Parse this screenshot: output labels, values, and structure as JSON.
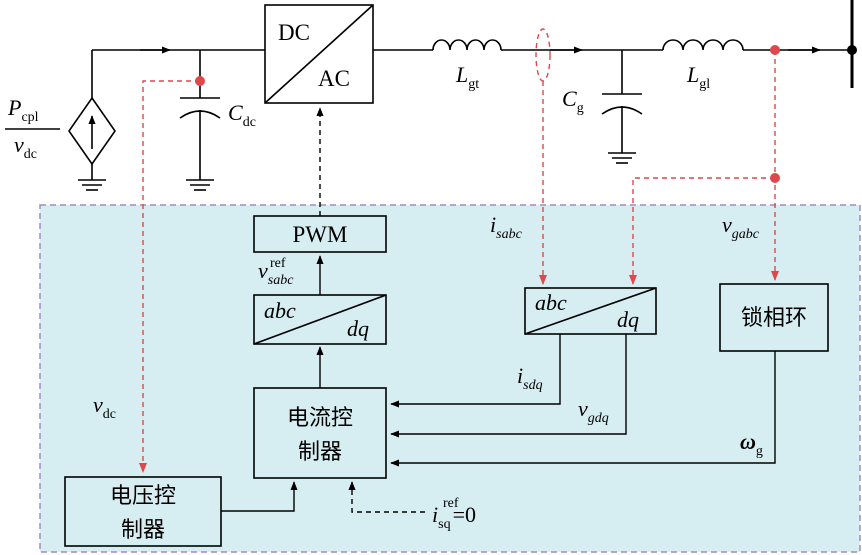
{
  "blocks": {
    "converter": {
      "top": "DC",
      "bottom": "AC"
    },
    "pwm": "PWM",
    "transform_ctrl": {
      "left": "abc",
      "right": "dq"
    },
    "transform_meas": {
      "left": "abc",
      "right": "dq"
    },
    "pll": "锁相环",
    "current_controller": {
      "line1": "电流控",
      "line2": "制器"
    },
    "voltage_controller": {
      "line1": "电压控",
      "line2": "制器"
    }
  },
  "labels": {
    "source_num": {
      "main": "P",
      "sub": "cpl"
    },
    "source_den": {
      "main": "v",
      "sub": "dc"
    },
    "cap_dc": {
      "main": "C",
      "sub": "dc"
    },
    "inductor_gt": {
      "main": "L",
      "sub": "gt"
    },
    "cap_g": {
      "main": "C",
      "sub": "g"
    },
    "inductor_gl": {
      "main": "L",
      "sub": "gl"
    },
    "v_ref": {
      "main": "v",
      "sub": "sabc",
      "sup": "ref"
    },
    "i_sabc": {
      "main": "i",
      "sub": "sabc"
    },
    "v_gabc": {
      "main": "v",
      "sub": "gabc"
    },
    "v_dc": {
      "main": "v",
      "sub": "dc"
    },
    "i_sdq": {
      "main": "i",
      "sub": "sdq"
    },
    "v_gdq": {
      "main": "v",
      "sub": "gdq"
    },
    "omega_g": {
      "main": "ω",
      "sub": "g"
    },
    "i_sq_ref": {
      "main": "i",
      "sub": "sq",
      "sup": "ref",
      "tail": "=0"
    }
  },
  "colors": {
    "panel_fill": "#d6eef2",
    "panel_border": "#a28bc4",
    "signal_red": "#e0474c",
    "line": "#000000"
  }
}
